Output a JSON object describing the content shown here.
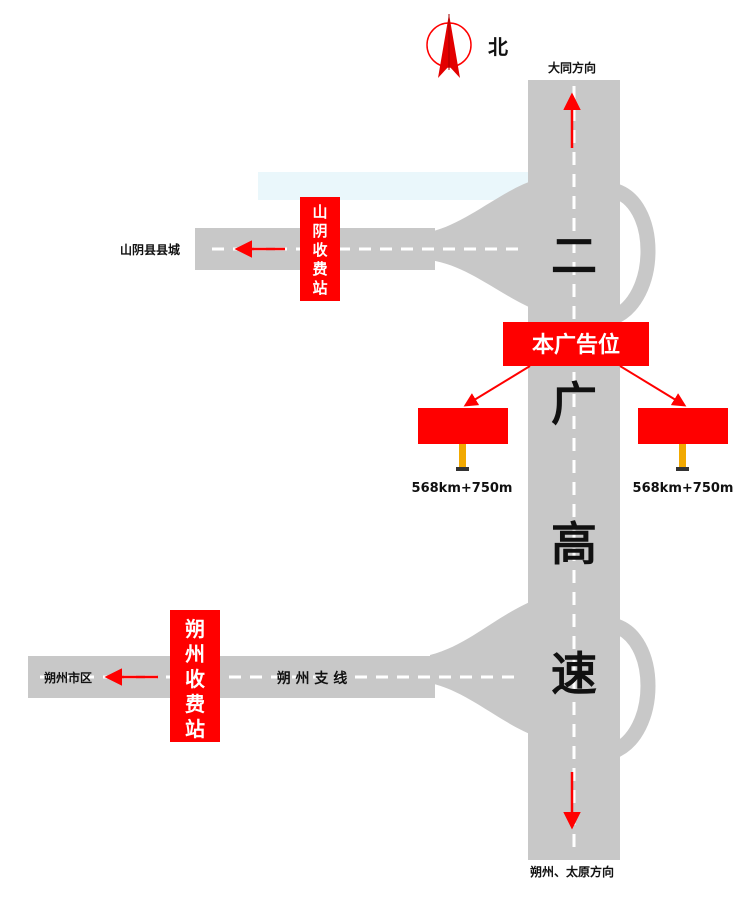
{
  "compass": {
    "label": "北"
  },
  "directions": {
    "north": "大同方向",
    "south": "朔州、太原方向",
    "west_upper": "山阴县县城",
    "west_lower": "朔州市区"
  },
  "highway": {
    "name_chars": [
      "二",
      "广",
      "高",
      "速"
    ]
  },
  "toll_stations": {
    "upper": [
      "山",
      "阴",
      "收",
      "费",
      "站"
    ],
    "lower": [
      "朔",
      "州",
      "收",
      "费",
      "站"
    ]
  },
  "branch_label": "朔 州 支 线",
  "ad_label": "本广告位",
  "billboards": [
    {
      "km_marker": "568km+750m"
    },
    {
      "km_marker": "568km+750m"
    }
  ],
  "colors": {
    "road": "#c8c8c8",
    "road_mark": "#ffffff",
    "red": "#ff0000",
    "pole": "#f2a900",
    "text": "#111111"
  }
}
